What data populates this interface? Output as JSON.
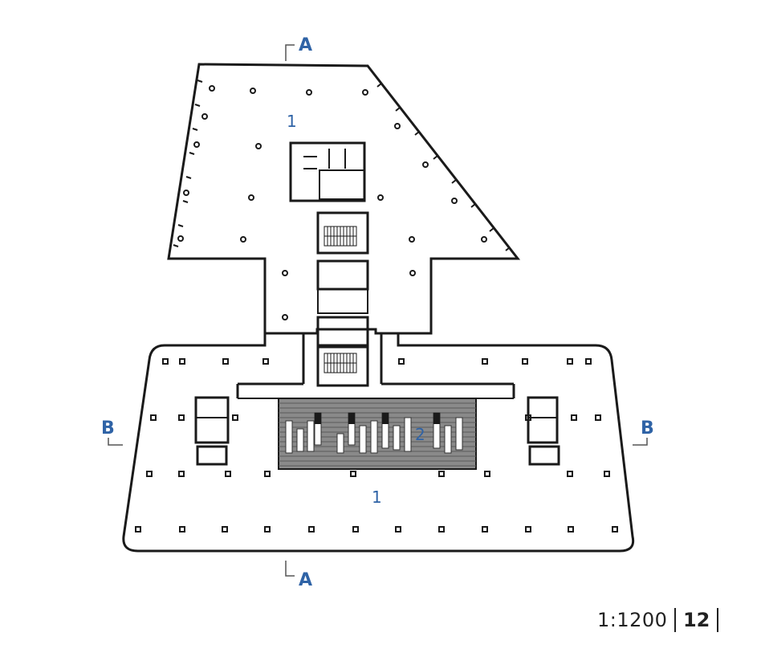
{
  "section_markers": {
    "a_top": "A",
    "a_bottom": "A",
    "b_left": "B",
    "b_right": "B"
  },
  "rooms": {
    "upper_zone": "1",
    "lower_zone": "1",
    "central_zone": "2"
  },
  "footer": {
    "scale": "1:1200",
    "page_number": "12"
  },
  "colors": {
    "label_blue": "#2f63a6",
    "wall": "#1a1a1a",
    "hatch": "#7a7a7a"
  }
}
